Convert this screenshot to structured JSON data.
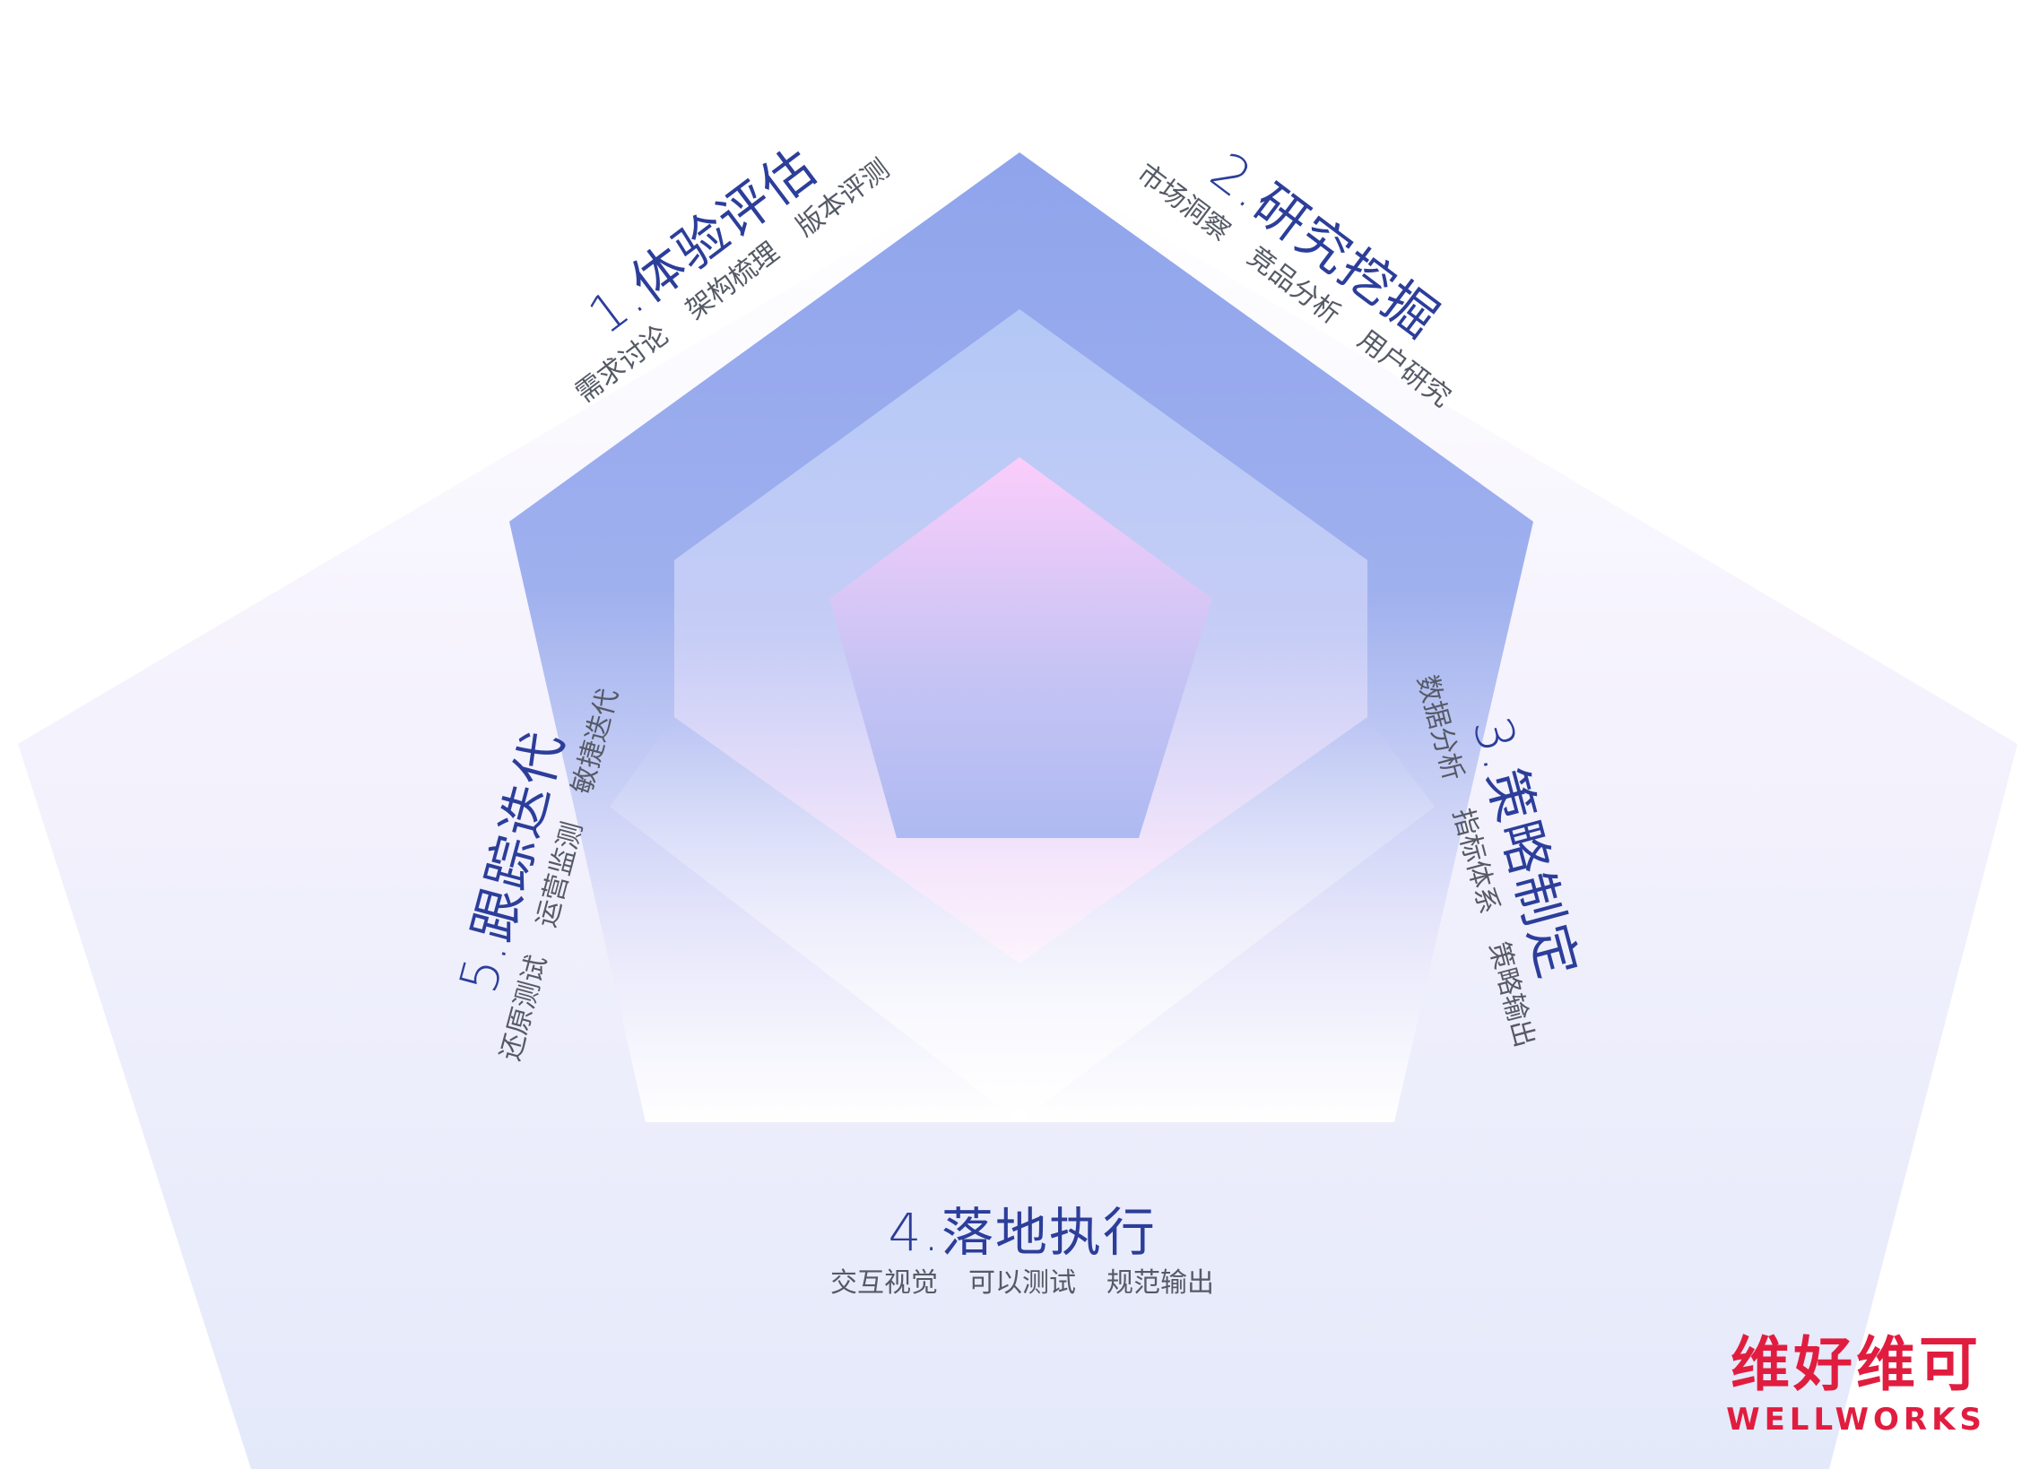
{
  "stages": [
    {
      "id": "s1",
      "title": "1.体验评估",
      "items": [
        "需求讨论",
        "架构梳理",
        "版本评测"
      ]
    },
    {
      "id": "s2",
      "title": "2.研究挖掘",
      "items": [
        "市场洞察",
        "竞品分析",
        "用户研究"
      ]
    },
    {
      "id": "s3",
      "title": "3.策略制定",
      "items": [
        "数据分析",
        "指标体系",
        "策略输出"
      ]
    },
    {
      "id": "s4",
      "title": "4.落地执行",
      "items": [
        "交互视觉",
        "可以测试",
        "规范输出"
      ]
    },
    {
      "id": "s5",
      "title": "5.跟踪迭代",
      "items": [
        "还原测试",
        "运营监测",
        "敏捷迭代"
      ]
    }
  ],
  "brand": {
    "zh": "维好维可",
    "en": "WELLWORKS"
  },
  "colors": {
    "title_text": "#2c3e9a",
    "sub_text": "#555a66",
    "brand": "#e11d3f",
    "outer_pentagon": "#8fa4ec",
    "middle_pentagon": "#b3c8f6",
    "inner_top": "#fbcdfb",
    "inner_bottom": "#aebaf2"
  }
}
